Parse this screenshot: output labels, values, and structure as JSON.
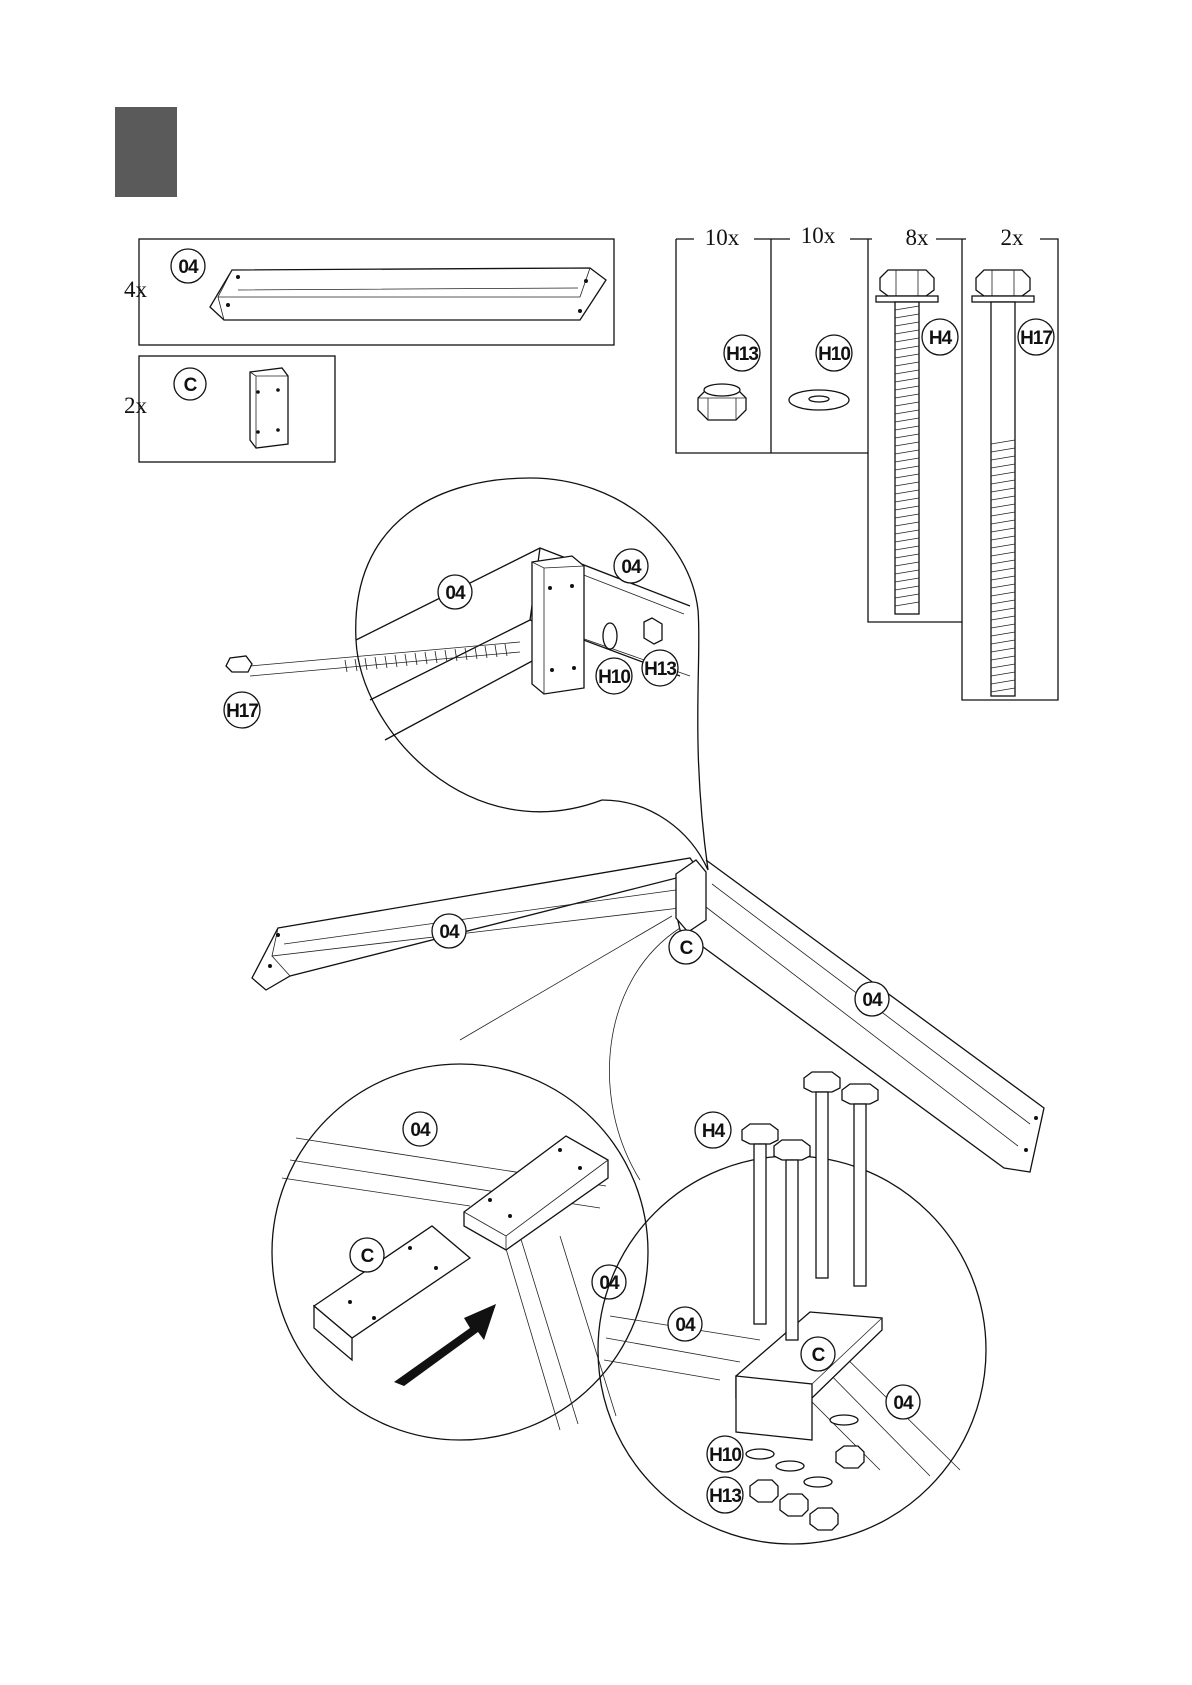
{
  "step_marker_color": "#5a5a5a",
  "parts": {
    "beam": {
      "id": "04",
      "qty": "4x"
    },
    "bracket": {
      "id": "C",
      "qty": "2x"
    }
  },
  "hardware": [
    {
      "id": "H13",
      "qty": "10x"
    },
    {
      "id": "H10",
      "qty": "10x"
    },
    {
      "id": "H4",
      "qty": "8x"
    },
    {
      "id": "H17",
      "qty": "2x"
    }
  ],
  "labels": {
    "p04": "04",
    "pC": "C",
    "h4": "H4",
    "h10": "H10",
    "h13": "H13",
    "h17": "H17"
  },
  "arrow_color": "#111111"
}
